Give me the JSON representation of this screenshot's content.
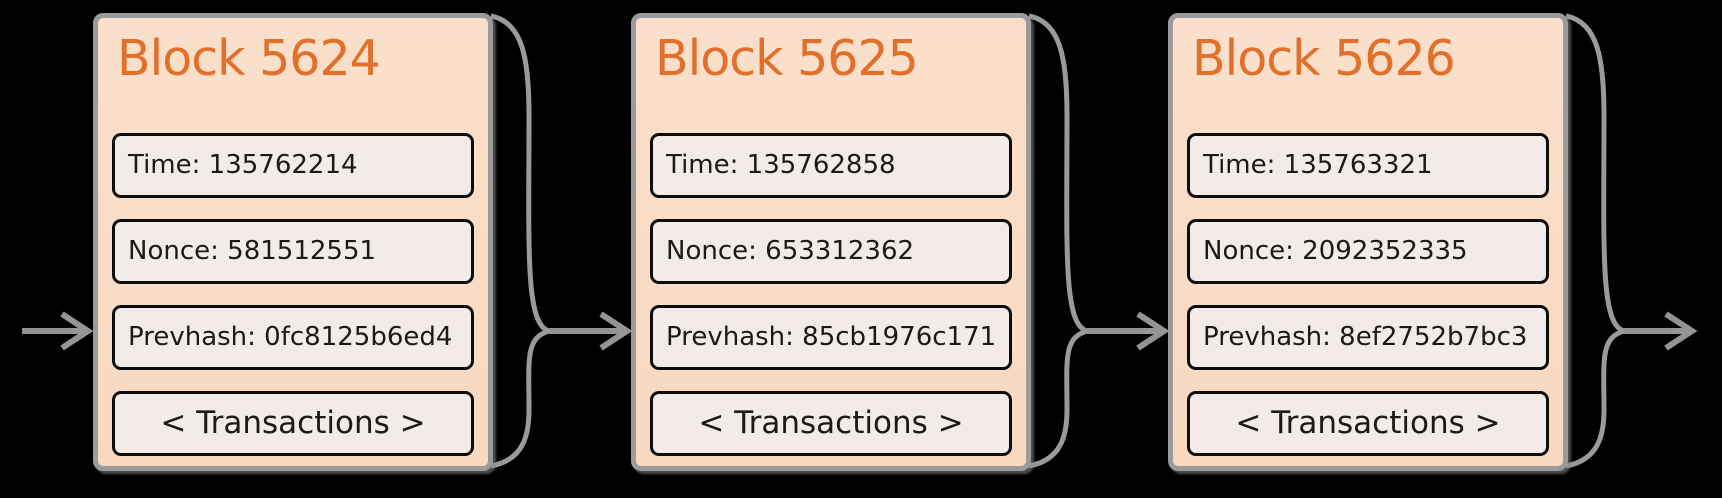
{
  "diagram_type": "blockchain-chain-of-blocks",
  "background_color": "#000000",
  "colors": {
    "block_fill": "#f9dcc5",
    "block_border": "#9b9b9b",
    "field_fill": "#f2ebe7",
    "field_border": "#0d0d0d",
    "title_color": "#e2702b",
    "text_color": "#1a1a1a",
    "arrow_color": "#949494"
  },
  "icons": {
    "incoming_arrow": "right-arrow-icon",
    "connector": "curly-brace-with-right-arrow-icon",
    "outgoing_arrow": "right-arrow-icon"
  },
  "blocks": [
    {
      "title": "Block 5624",
      "time_text": "Time: 135762214",
      "nonce_text": "Nonce: 581512551",
      "prevhash_text": "Prevhash: 0fc8125b6ed4",
      "transactions_text": "< Transactions >"
    },
    {
      "title": "Block 5625",
      "time_text": "Time: 135762858",
      "nonce_text": "Nonce: 653312362",
      "prevhash_text": "Prevhash: 85cb1976c171",
      "transactions_text": "< Transactions >"
    },
    {
      "title": "Block 5626",
      "time_text": "Time: 135763321",
      "nonce_text": "Nonce: 2092352335",
      "prevhash_text": "Prevhash: 8ef2752b7bc3",
      "transactions_text": "< Transactions >"
    }
  ]
}
